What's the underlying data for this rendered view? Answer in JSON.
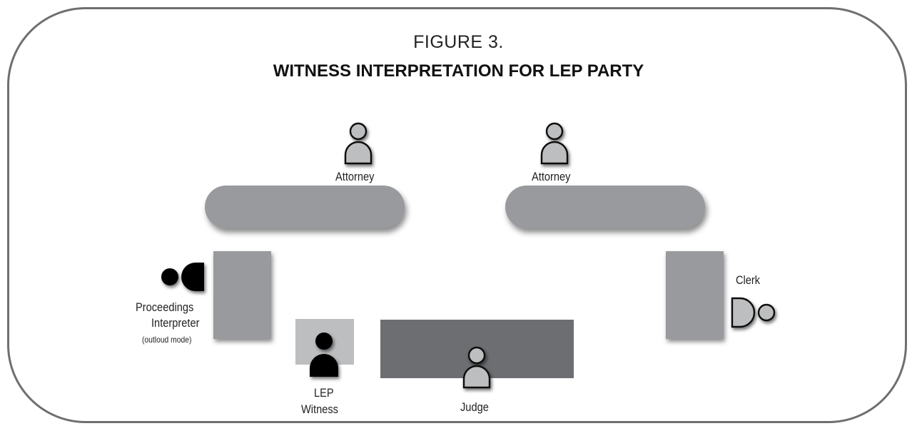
{
  "figure": {
    "number": "FIGURE 3.",
    "title": "WITNESS INTERPRETATION FOR LEP PARTY"
  },
  "labels": {
    "attorney_left": "Attorney",
    "attorney_right": "Attorney",
    "clerk": "Clerk",
    "interpreter_line1": "Proceedings",
    "interpreter_line2": "Interpreter",
    "interpreter_line3": "(outloud mode)",
    "witness_line1": "LEP",
    "witness_line2": "Witness",
    "judge": "Judge"
  },
  "colors": {
    "frame": "#6f6f6f",
    "table": "#999a9d",
    "judge_bench": "#6d6e71",
    "witness_box": "#bcbec0",
    "person_gray": "#bcbec0",
    "person_black": "#000000"
  }
}
